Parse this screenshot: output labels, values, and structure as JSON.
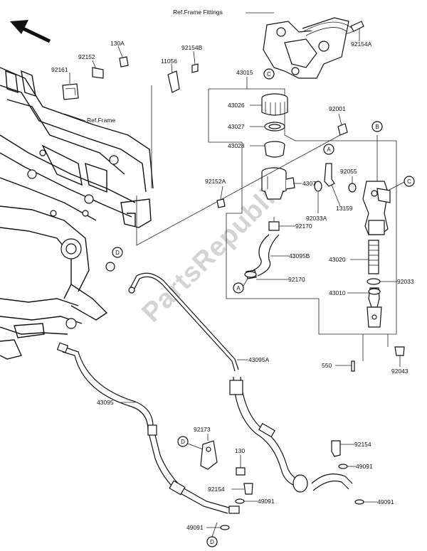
{
  "diagram": {
    "ref_frame_fittings": "Ref.Frame Fittings",
    "ref_frame": "Ref.Frame",
    "watermark": "PartsRepublik",
    "labels": {
      "p130a": "130A",
      "p92152": "92152",
      "p92154b": "92154B",
      "p11056": "11056",
      "p92161": "92161",
      "p92154a": "92154A",
      "p43015": "43015",
      "p43026": "43026",
      "p43027": "43027",
      "p43028": "43028",
      "p92001": "92001",
      "p92055": "92055",
      "p92152a": "92152A",
      "p43078": "43078",
      "p13159": "13159",
      "p92033a": "92033A",
      "p92170_1": "92170",
      "p43095b": "43095B",
      "p43020": "43020",
      "p92033": "92033",
      "p92170_2": "92170",
      "p43010": "43010",
      "p550": "550",
      "p92043": "92043",
      "p43095a": "43095A",
      "p43095": "43095",
      "p92173": "92173",
      "p130": "130",
      "p92154_1": "92154",
      "p49091_1": "49091",
      "p92154_2": "92154",
      "p49091_2": "49091",
      "p49091_3": "49091",
      "p49091_4": "49091"
    },
    "callouts": {
      "a1": "A",
      "a2": "A",
      "b1": "B",
      "c1": "C",
      "c2": "C",
      "d1": "D",
      "d2": "D",
      "d3": "D"
    }
  }
}
